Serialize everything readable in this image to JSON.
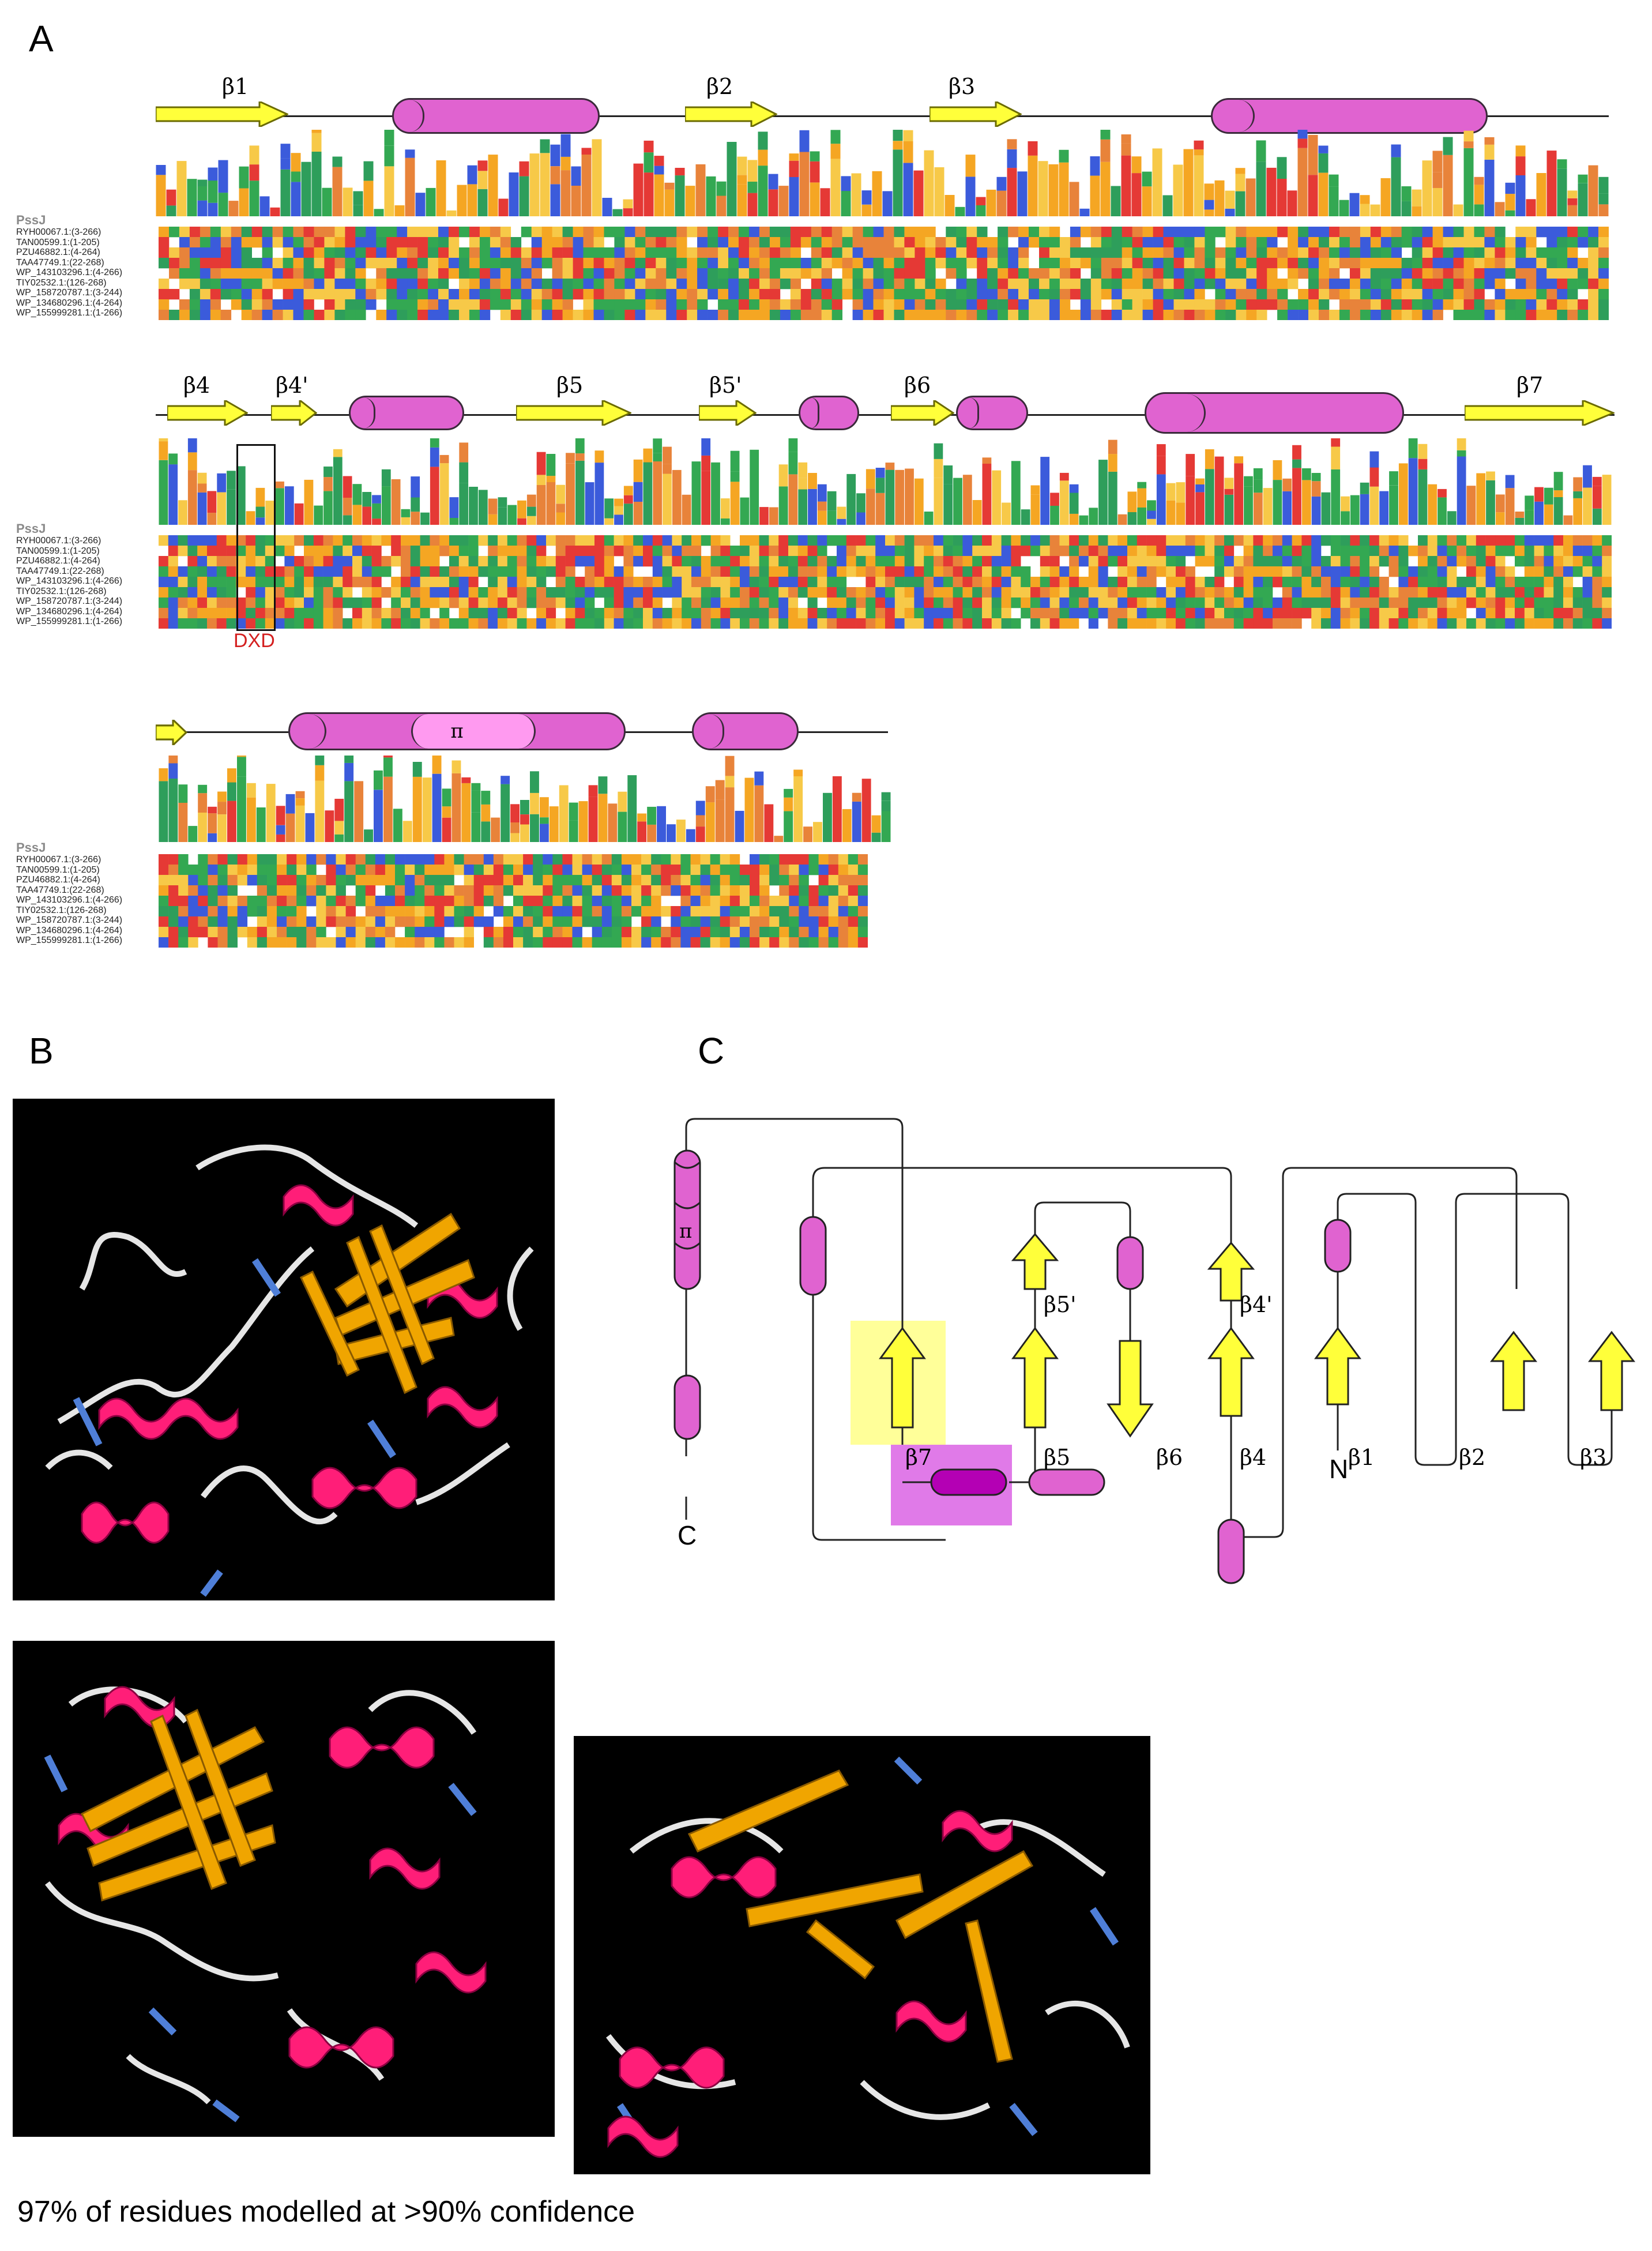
{
  "panels": {
    "a": "A",
    "b": "B",
    "c": "C"
  },
  "row1_strands": [
    "β1",
    "β2",
    "β3"
  ],
  "row2_strands": [
    "β4",
    "β4'",
    "β5",
    "β5'",
    "β6",
    "β7"
  ],
  "pi_label": "π",
  "sequence_names": [
    "PssJ",
    "RYH00067.1:(3-266)",
    "TAN00599.1:(1-205)",
    "PZU46882.1:(4-264)",
    "TAA47749.1:(22-268)",
    "WP_143103296.1:(4-266)",
    "TIY02532.1:(126-268)",
    "WP_158720787.1:(3-244)",
    "WP_134680296.1:(4-264)",
    "WP_155999281.1:(1-266)"
  ],
  "motif_label": "DXD",
  "topology": {
    "strands": [
      "β1",
      "β2",
      "β3",
      "β4",
      "β4'",
      "β5",
      "β5'",
      "β6",
      "β7"
    ],
    "termini": {
      "n": "N",
      "c": "C"
    },
    "pi": "π"
  },
  "caption": "97% of residues modelled at >90% confidence",
  "colors": {
    "helix": "#e063d0",
    "strand": "#ffff3a",
    "strand_outline": "#6b6b00",
    "ribbon_helix": "#ff1e78",
    "ribbon_sheet": "#f0a500",
    "loop": "#e6e6e6",
    "loop_blue": "#4f7fd8"
  }
}
